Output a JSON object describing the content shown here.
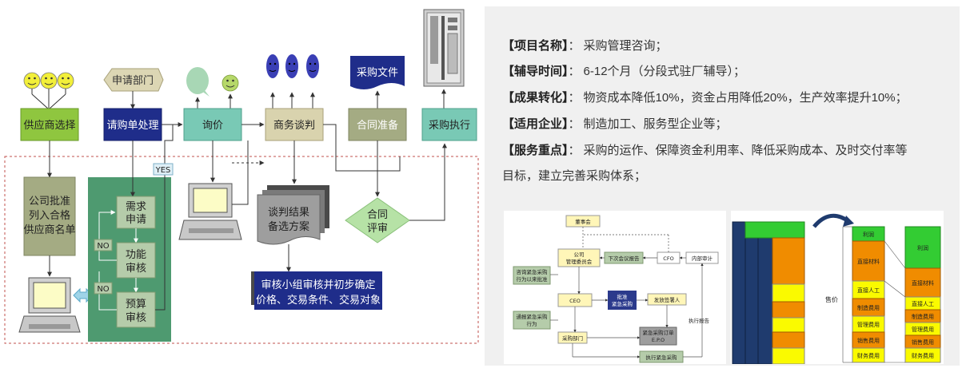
{
  "flow": {
    "supplier_select": "供应商选择",
    "request_dept": "申请部门",
    "request_process": "请购单处理",
    "inquiry": "询价",
    "negotiation": "商务谈判",
    "purchase_doc": "采购文件",
    "contract_prep": "合同准备",
    "purchase_exec": "采购执行",
    "company_approve_lines": [
      "公司批准",
      "列入合格",
      "供应商名单"
    ],
    "need_request_lines": [
      "需求",
      "申请"
    ],
    "function_review_lines": [
      "功能",
      "审核"
    ],
    "budget_review_lines": [
      "预算",
      "审核"
    ],
    "yes_label": "YES",
    "no_label": "NO",
    "nego_result_lines": [
      "谈判结果",
      "备选方案"
    ],
    "contract_review_lines": [
      "合同",
      "评审"
    ],
    "team_review_lines": [
      "审核小组审核并初步确定",
      "价格、交易条件、交易对象"
    ]
  },
  "org_chart": {
    "board": "董事会",
    "mgmt_committee_lines": [
      "公司",
      "管理委员会"
    ],
    "emergency_consult_lines": [
      "咨询紧急采购",
      "行为以来批准"
    ],
    "next_meeting_report": "下次会议报告",
    "cfo": "CFO",
    "internal_audit": "内部审计",
    "ceo": "CEO",
    "approve_emergency_lines": [
      "批准",
      "紧急采购"
    ],
    "issue_signer": "发放签署人",
    "notify_emergency_lines": [
      "通报紧急采购",
      "行为"
    ],
    "exec_report": "执行报告",
    "purchase_dept": "采购部门",
    "emergency_po_lines": [
      "紧急采购订单",
      "E.P.O"
    ],
    "exec_emergency": "执行紧急采购"
  },
  "cost_chart": {
    "price_label": "售价",
    "left_items": [
      "利润",
      "直接材料",
      "直接人工",
      "制造费用",
      "管理费用",
      "销售费用",
      "财务费用"
    ],
    "right_items": [
      "利润",
      "直接材料",
      "直接人工",
      "制造费用",
      "管理费用",
      "销售费用",
      "财务费用"
    ]
  },
  "info": {
    "project_key": "【项目名称】",
    "project_val": "采购管理咨询；",
    "time_key": "【辅导时间】",
    "time_val": "6-12个月（分段式驻厂辅导）；",
    "result_key": "【成果转化】",
    "result_val": "物资成本降低10%，资金占用降低20%，生产效率提升10%；",
    "enterprise_key": "【适用企业】",
    "enterprise_val": "制造加工、服务型企业等；",
    "focus_key": "【服务重点】",
    "focus_val": "采购的运作、保障资金利用率、降低采购成本、及时交付率等",
    "focus_val2": "目标，建立完善采购体系；",
    "colon": "："
  },
  "colors": {
    "green_box": "#8fc63f",
    "teal_box": "#79c9b5",
    "olive_box": "#a4ab83",
    "dark_green_panel": "#4e9a70",
    "light_green_inner": "#b5ccaa",
    "tan_box": "#d9d3ae",
    "navy_box": "#1f2d8a",
    "face_yellow": "#f2ef3a",
    "face_blue": "#3a3fb5",
    "cost_navy": "#1f3b6e",
    "cost_orange": "#f08c00",
    "cost_yellow": "#fafa00",
    "cost_green": "#33cc33"
  }
}
